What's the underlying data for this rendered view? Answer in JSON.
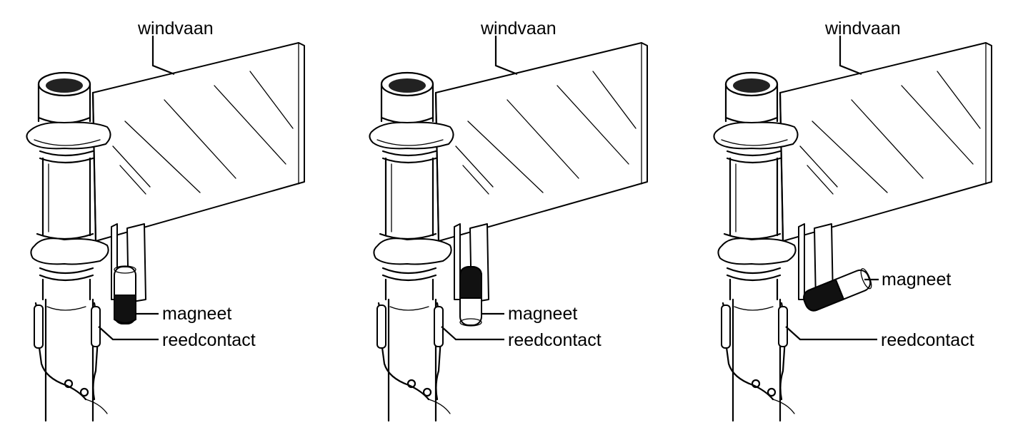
{
  "panels": [
    {
      "id": "panel-1",
      "vane_label": "windvaan",
      "magnet_label": "magneet",
      "reed_label": "reedcontact"
    },
    {
      "id": "panel-2",
      "vane_label": "windvaan",
      "magnet_label": "magneet",
      "reed_label": "reedcontact"
    },
    {
      "id": "panel-3",
      "vane_label": "windvaan",
      "magnet_label": "magneet",
      "reed_label": "reedcontact"
    }
  ]
}
